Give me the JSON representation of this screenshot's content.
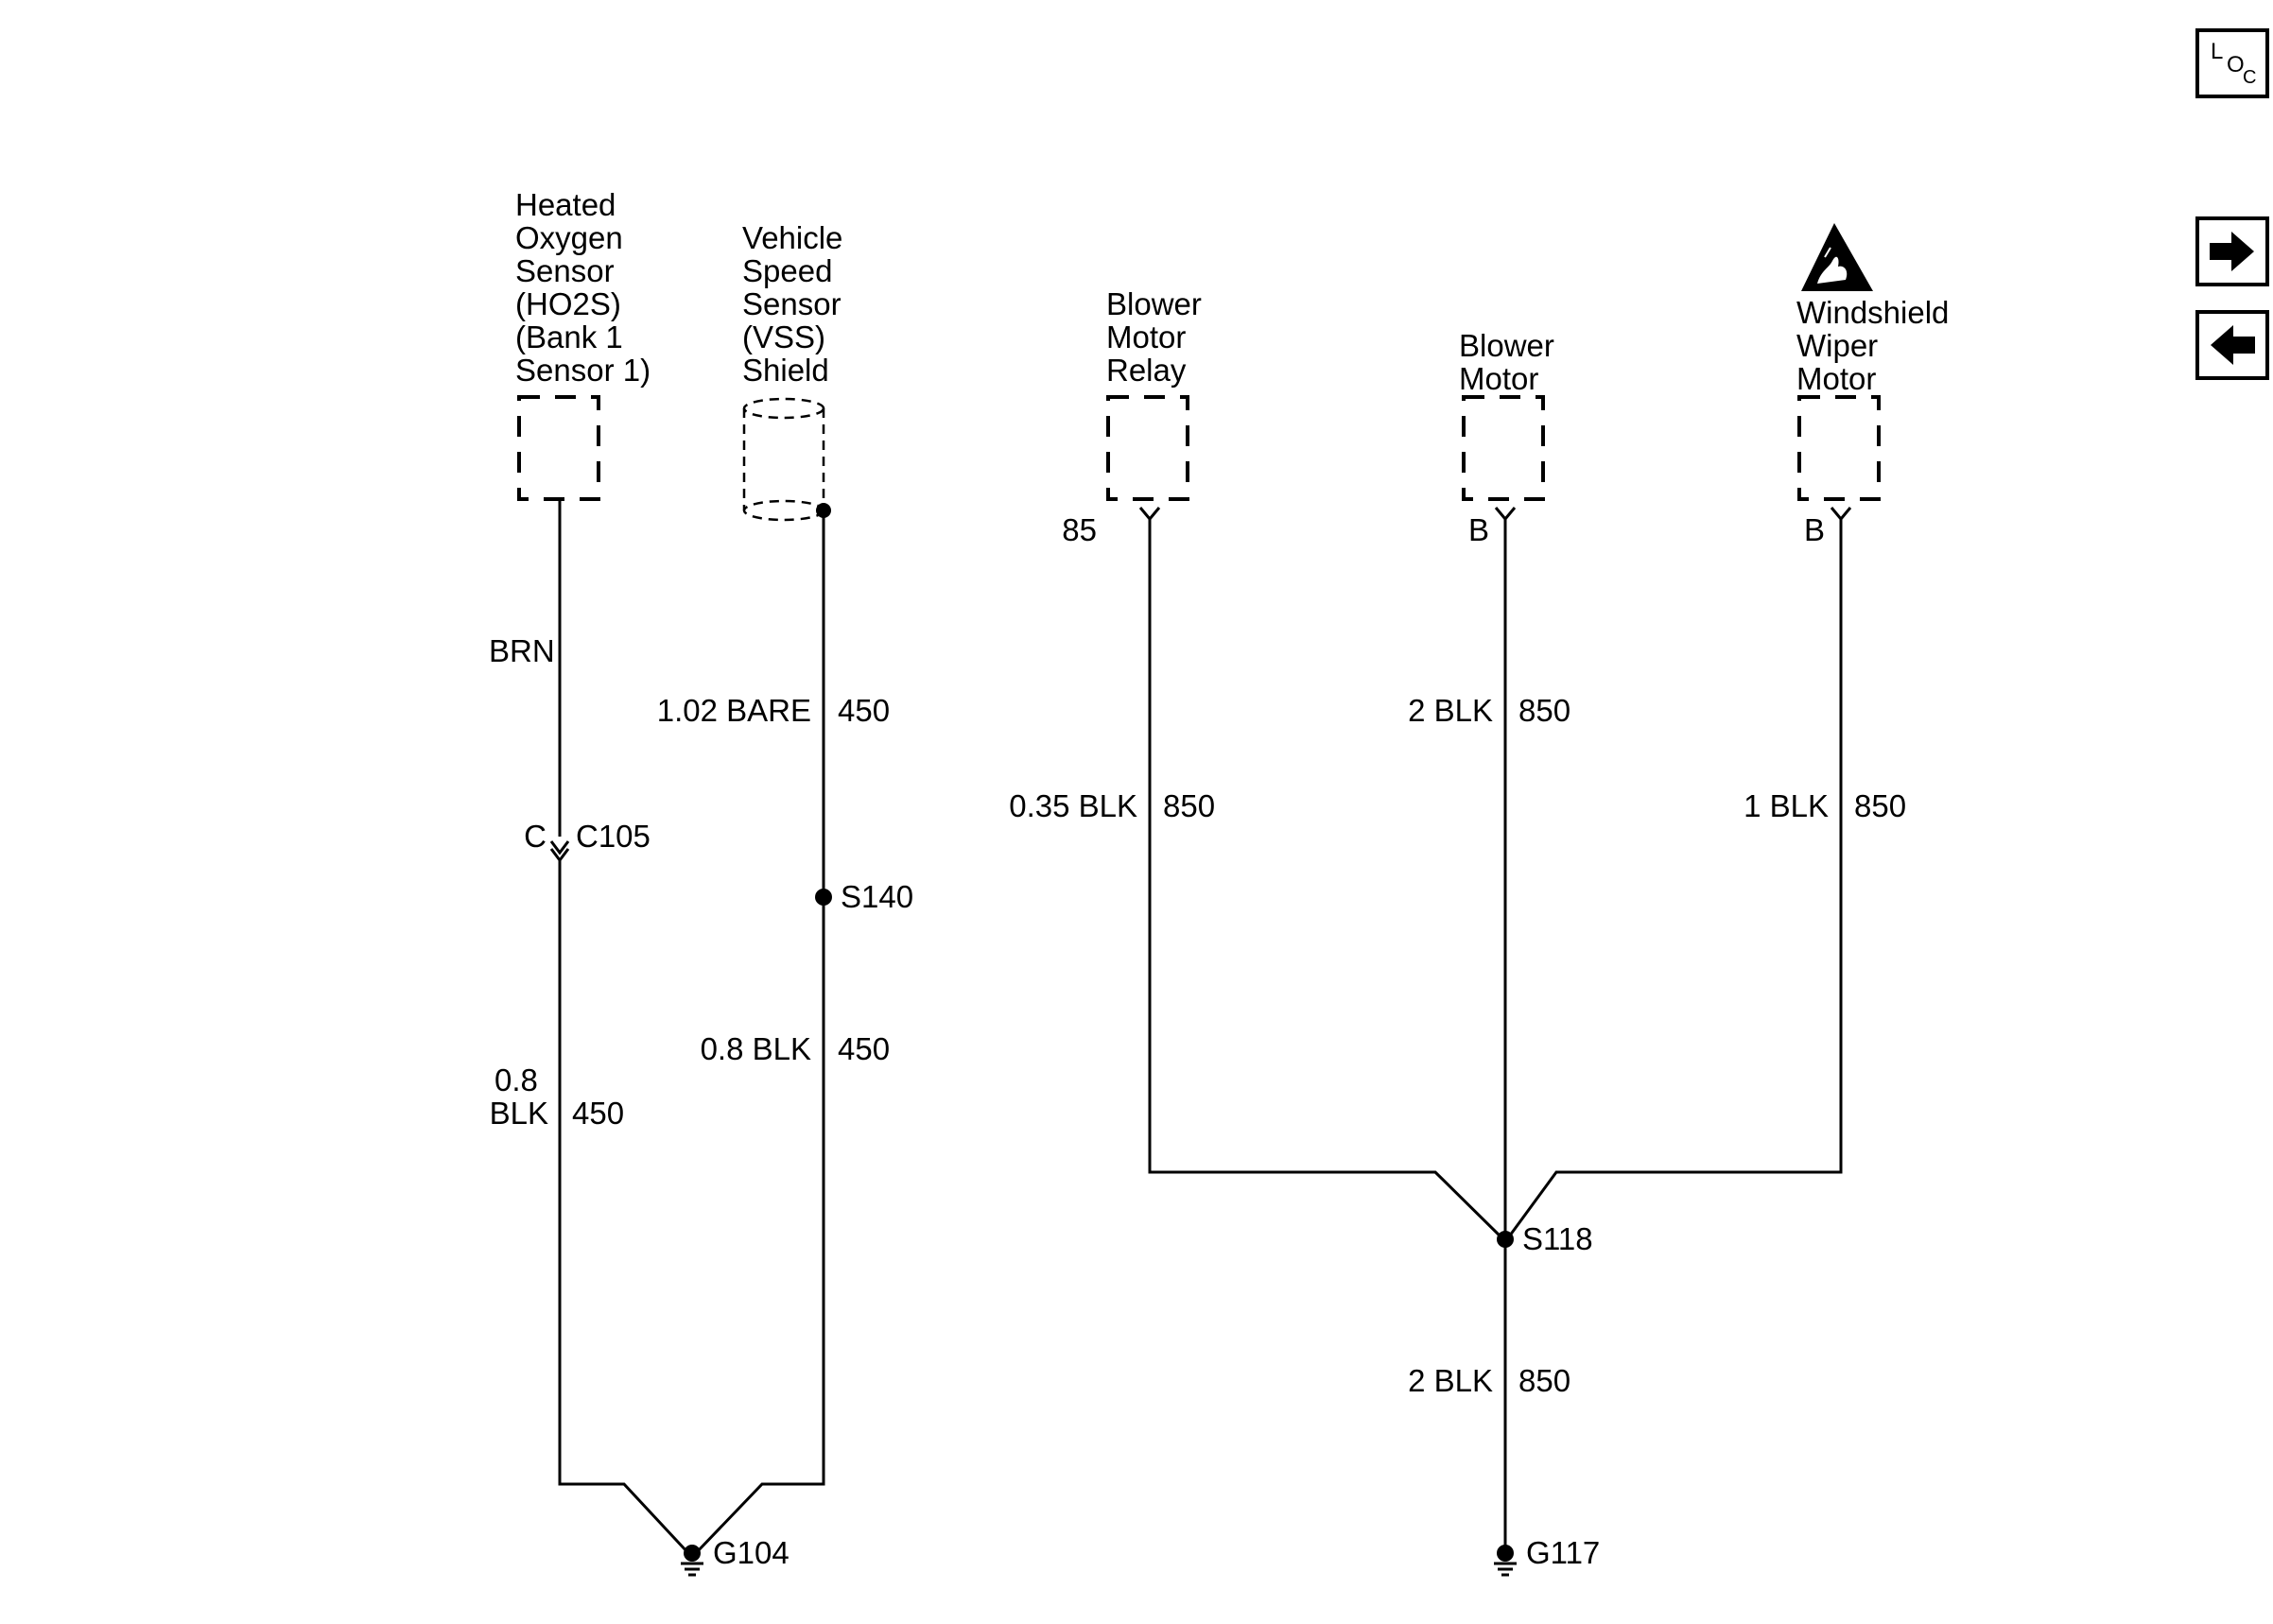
{
  "components": {
    "ho2s": [
      "Heated",
      "Oxygen",
      "Sensor",
      "(HO2S)",
      "(Bank 1",
      "Sensor 1)"
    ],
    "vss": [
      "Vehicle",
      "Speed",
      "Sensor",
      "(VSS)",
      "Shield"
    ],
    "blower_relay": [
      "Blower",
      "Motor",
      "Relay"
    ],
    "blower_motor": [
      "Blower",
      "Motor"
    ],
    "wiper_motor": [
      "Windshield",
      "Wiper",
      "Motor"
    ]
  },
  "pins": {
    "blower_relay": "85",
    "blower_motor": "B",
    "wiper_motor": "B"
  },
  "wires": {
    "ho2s_upper_color": "BRN",
    "ho2s_lower_size": "0.8",
    "ho2s_lower_color": "BLK",
    "ho2s_lower_circuit": "450",
    "vss_upper": "1.02 BARE",
    "vss_upper_circuit": "450",
    "vss_lower": "0.8 BLK",
    "vss_lower_circuit": "450",
    "relay": "0.35 BLK",
    "relay_circuit": "850",
    "blower": "2 BLK",
    "blower_circuit": "850",
    "wiper": "1 BLK",
    "wiper_circuit": "850",
    "ground_feed": "2 BLK",
    "ground_feed_circuit": "850"
  },
  "connectors": {
    "c105_pin": "C",
    "c105": "C105"
  },
  "splices": {
    "s140": "S140",
    "s118": "S118"
  },
  "grounds": {
    "g104": "G104",
    "g117": "G117"
  },
  "nav": {
    "loc_main": "L",
    "loc_o": "O",
    "loc_c": "C",
    "forward_icon": "arrow-right-icon",
    "back_icon": "arrow-left-icon",
    "esd_icon": "esd-warning-icon"
  }
}
